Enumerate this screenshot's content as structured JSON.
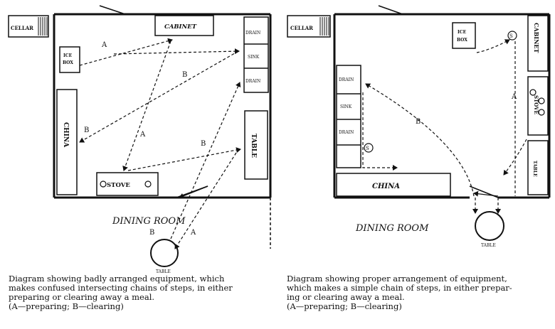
{
  "left": {
    "labels": {
      "cellar": "CELLAR",
      "cabinet": "CABINET",
      "ice_box": [
        "ICE",
        "BOX"
      ],
      "drain": "DRAIN",
      "sink": "SINK",
      "drain2": "DRAIN",
      "china": "CHINA",
      "table": "TABLE",
      "stove": "STOVE",
      "dining_room": "DINING ROOM",
      "table_bottom": "TABLE",
      "route_a": "A",
      "route_b": "B"
    },
    "caption": [
      "Diagram showing badly arranged equipment, which",
      "makes confused intersecting chains of steps, in either",
      "preparing or clearing away a meal.",
      "(A—preparing; B—clearing)"
    ]
  },
  "right": {
    "labels": {
      "cellar": "CELLAR",
      "ice_box": [
        "ICE",
        "BOX"
      ],
      "cabinet": "CABINET",
      "stove": "STOVE",
      "drain": "DRAIN",
      "sink": "SINK",
      "drain2": "DRAIN",
      "table_side": "TABLE",
      "china": "CHINA",
      "dining_room": "DINING ROOM",
      "table_bottom": "TABLE",
      "route_a": "A",
      "route_b": "B",
      "marker": "S"
    },
    "caption": [
      "Diagram showing proper arrangement of equipment,",
      "which makes a simple chain of steps, in either prepar-",
      "ing or clearing away a meal.",
      "(A—preparing; B—clearing)"
    ]
  }
}
